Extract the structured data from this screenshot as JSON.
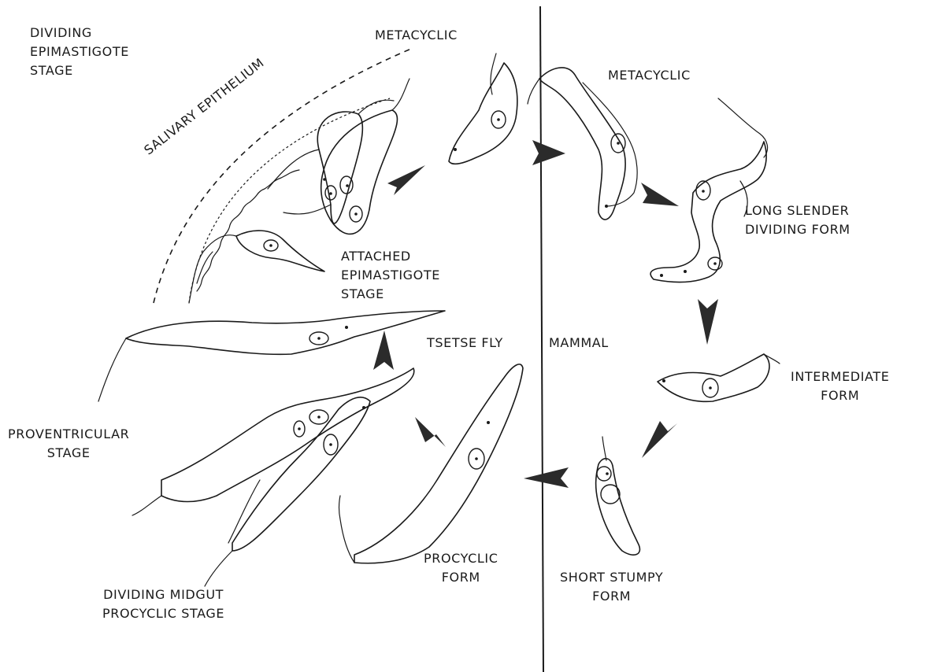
{
  "labels": {
    "dividing_epimastigote": [
      "DIVIDING",
      "EPIMASTIGOTE",
      "STAGE"
    ],
    "metacyclic_fly": "METACYCLIC",
    "metacyclic_mammal": "METACYCLIC",
    "salivary_epithelium": "SALIVARY EPITHELIUM",
    "long_slender": [
      "LONG SLENDER",
      "DIVIDING FORM"
    ],
    "attached_epimastigote": [
      "ATTACHED",
      "EPIMASTIGOTE",
      "STAGE"
    ],
    "tsetse_fly": "TSETSE FLY",
    "mammal": "MAMMAL",
    "intermediate": [
      "INTERMEDIATE",
      "FORM"
    ],
    "proventricular": [
      "PROVENTRICULAR",
      "STAGE"
    ],
    "procyclic": [
      "PROCYCLIC",
      "FORM"
    ],
    "short_stumpy": [
      "SHORT STUMPY",
      "FORM"
    ],
    "dividing_midgut": [
      "DIVIDING MIDGUT",
      "PROCYCLIC STAGE"
    ]
  },
  "colors": {
    "ink": "#1a1a1a",
    "arrow": "#2b2b2b",
    "background": "#ffffff"
  }
}
